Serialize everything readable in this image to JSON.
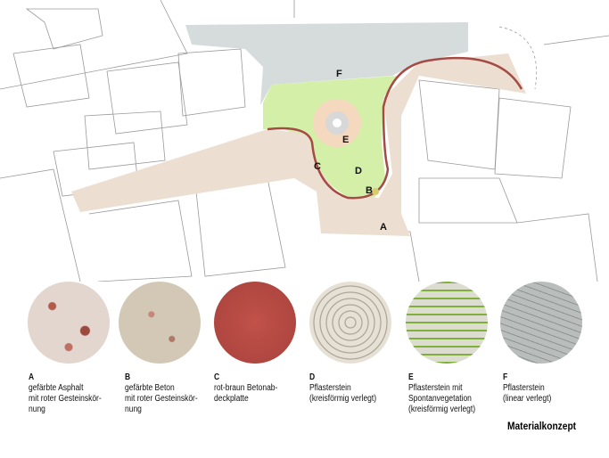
{
  "map_labels": {
    "A": "A",
    "B": "B",
    "C": "C",
    "D": "D",
    "E": "E",
    "F": "F"
  },
  "materials": [
    {
      "key": "A",
      "text": "gefärbte Asphalt\nmit roter Gesteinskör-\nnung",
      "color": "#d9c6be"
    },
    {
      "key": "B",
      "text": "gefärbte Beton\nmit roter Gesteinskör-\nnung",
      "color": "#cfc2ae"
    },
    {
      "key": "C",
      "text": "rot-braun Betonab-\ndeckplatte",
      "color": "#b8453f"
    },
    {
      "key": "D",
      "text": "Pflasterstein\n(kreisförmig verlegt)",
      "color": "#d9d3c4"
    },
    {
      "key": "E",
      "text": "Pflasterstein mit\nSpontanvegetation\n(kreisförmig verlegt)",
      "color": "#8fb84a"
    },
    {
      "key": "F",
      "text": "Pflasterstein\n(linear verlegt)",
      "color": "#aab0ae"
    }
  ],
  "title": "Materialkonzept"
}
